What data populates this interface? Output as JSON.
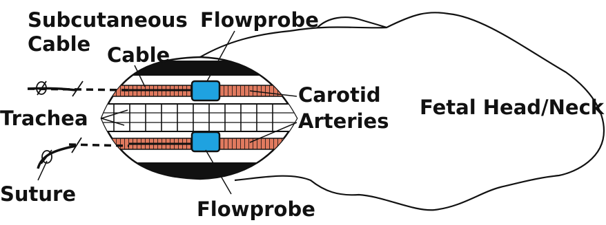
{
  "labels": {
    "subcutaneous_cable_line1": "Subcutaneous",
    "subcutaneous_cable_line2": "Cable",
    "cable": "Cable",
    "flowprobe_top": "Flowprobe",
    "flowprobe_bottom": "Flowprobe",
    "carotid_line1": "Carotid",
    "carotid_line2": "Arteries",
    "trachea": "Trachea",
    "fetal_head_neck": "Fetal Head/Neck",
    "suture": "Suture"
  },
  "colors": {
    "outline": "#111111",
    "artery": "#e07a5f",
    "flowprobe": "#1fa2e0",
    "background": "#ffffff"
  }
}
